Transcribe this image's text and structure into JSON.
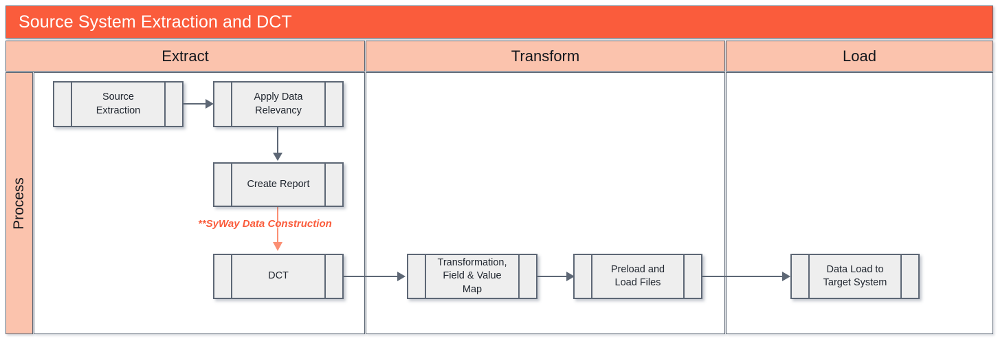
{
  "header": {
    "title": "Source System Extraction and DCT",
    "title_bg": "#fa5c3c",
    "title_color": "#ffffff"
  },
  "columns": [
    {
      "label": "Extract"
    },
    {
      "label": "Transform"
    },
    {
      "label": "Load"
    }
  ],
  "lane": {
    "label": "Process",
    "bg": "#fbc3ad"
  },
  "nodes": [
    {
      "id": "source-extraction",
      "label": "Source\nExtraction",
      "column": "Extract"
    },
    {
      "id": "apply-data-relevancy",
      "label": "Apply Data\nRelevancy",
      "column": "Extract"
    },
    {
      "id": "create-report",
      "label": "Create Report",
      "column": "Extract"
    },
    {
      "id": "dct",
      "label": "DCT",
      "column": "Extract"
    },
    {
      "id": "transformation-map",
      "label": "Transformation,\nField & Value\nMap",
      "column": "Transform"
    },
    {
      "id": "preload-load-files",
      "label": "Preload and\nLoad Files",
      "column": "Transform"
    },
    {
      "id": "data-load-target",
      "label": "Data Load to\nTarget System",
      "column": "Load"
    }
  ],
  "annotations": [
    {
      "id": "syway-note",
      "text": "**SyWay Data Construction",
      "color": "#fa5c3c"
    }
  ],
  "style": {
    "node_fill": "#eeeeee",
    "node_border": "#5d6775",
    "connector": "#5d6775",
    "accent_connector": "#fb8f74"
  }
}
